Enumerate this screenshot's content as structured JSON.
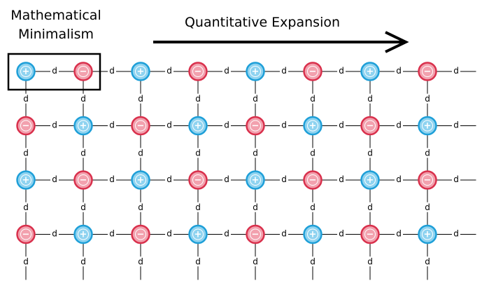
{
  "title": {
    "line1": "Mathematical",
    "line2": "Minimalism"
  },
  "expansion_label": "Quantitative Expansion",
  "lattice": {
    "link_label": "d",
    "rows": 4,
    "cols": 8,
    "first_row_start": "positive",
    "positive_symbol": "+",
    "negative_symbol": "−",
    "highlighted_unit": {
      "row": 0,
      "cols": [
        0,
        1
      ]
    }
  },
  "colors": {
    "positive_fill": "#8fd3f0",
    "positive_stroke": "#1e9fd8",
    "positive_symbol": "#ffffff",
    "negative_fill": "#f2a1ae",
    "negative_stroke": "#d9304c",
    "negative_symbol": "#ffffff",
    "link": "#000000",
    "arrow": "#000000",
    "highlight_box": "#000000"
  }
}
